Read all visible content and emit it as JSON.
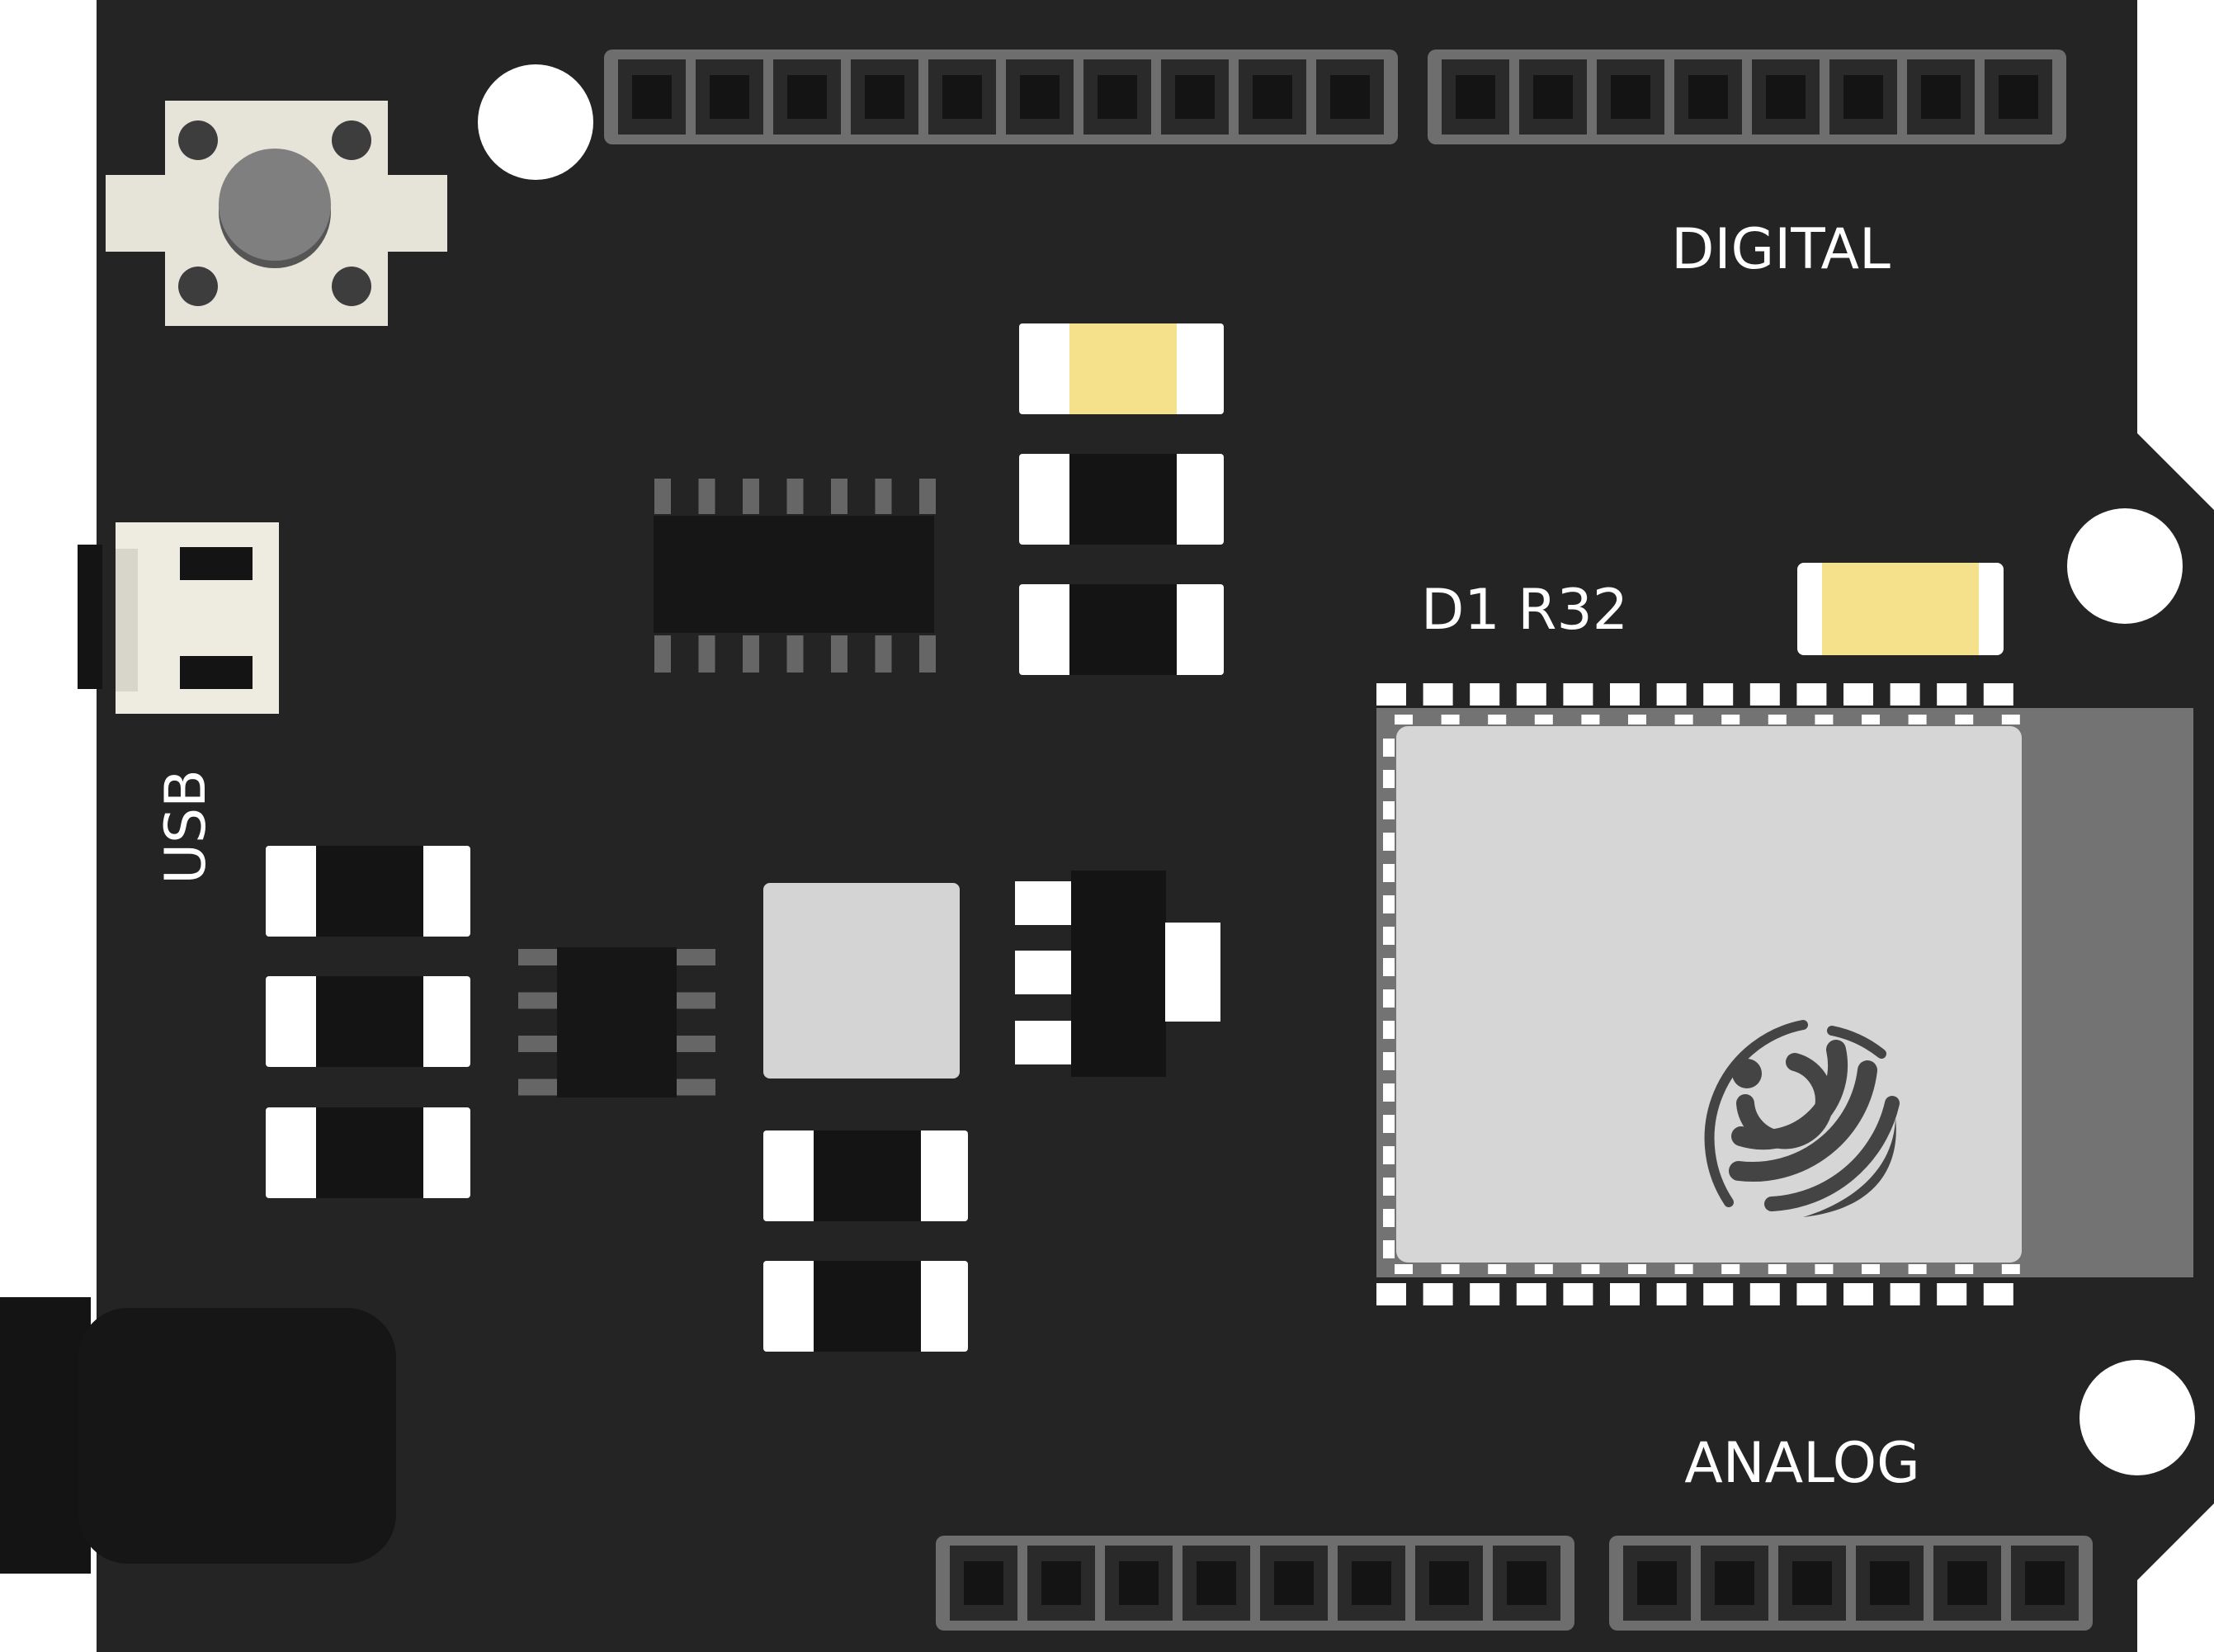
{
  "board": {
    "name_label": "D1 R32",
    "digital_label": "DIGITAL",
    "analog_label": "ANALOG",
    "usb_label": "USB"
  },
  "colors": {
    "pcb": "#242424",
    "header_frame": "#6e6e6e",
    "header_pin_socket": "#2a2a2a",
    "reset_button_base": "#e6e4d8",
    "reset_button_cap": "#7f7f7f",
    "usb_connector": "#eeece0",
    "led_yellow": "#f5e08c",
    "smd_white": "#ffffff",
    "smd_black": "#141414",
    "chip_black": "#161616",
    "chip_pin_gray": "#666666",
    "regulator_gray": "#d4d4d4",
    "module_shield": "#d6d6d6",
    "module_pcb": "#737373",
    "power_jack": "#161616",
    "mounting_hole": "#ffffff",
    "espressif_logo": "#444444"
  },
  "icons": {
    "module_logo": "espressif-logo-icon"
  },
  "headers": {
    "top_left_pins": 10,
    "top_right_pins": 8,
    "bottom_left_pins": 8,
    "bottom_right_pins": 6
  }
}
